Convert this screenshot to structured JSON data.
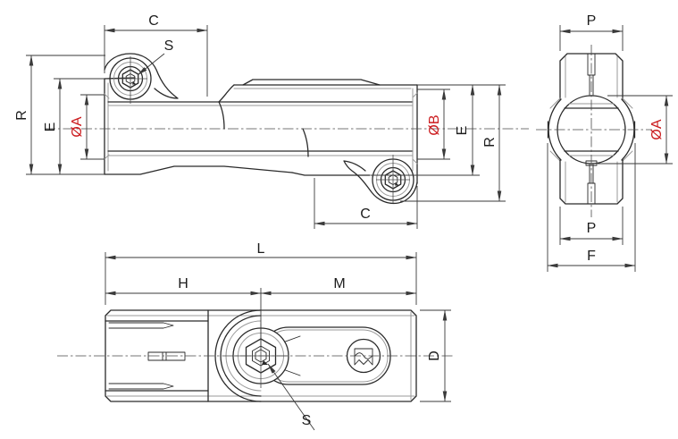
{
  "drawing": {
    "background": "#ffffff",
    "line_color": "#2a2a2a",
    "accent_red": "#cb1a1d",
    "views": {
      "front": {
        "dims": {
          "c_top": "C",
          "s": "S",
          "r_left": "R",
          "e_left": "E",
          "dia_a": "ØA",
          "dia_b": "ØB",
          "e_right": "E",
          "r_right": "R",
          "c_bottom": "C"
        }
      },
      "end": {
        "dims": {
          "p_top": "P",
          "dia_a": "ØA",
          "p_bottom": "P",
          "f": "F"
        }
      },
      "top": {
        "dims": {
          "l": "L",
          "h": "H",
          "m": "M",
          "d": "D",
          "s": "S"
        }
      }
    }
  }
}
